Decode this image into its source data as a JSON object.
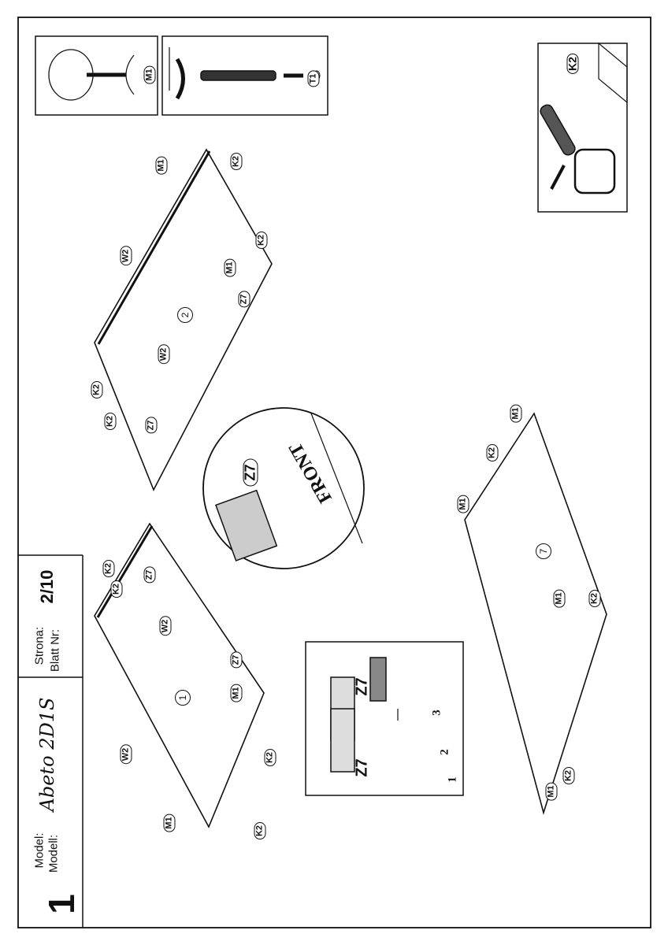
{
  "title_block": {
    "model_label": "Model:",
    "modell_label": "Modell:",
    "model_name": "Abeto 2D1S",
    "strona_label": "Strona:",
    "blatt_label": "Blatt Nr:",
    "page": "2/10",
    "step": "1"
  },
  "details": {
    "cam_tag": "M1",
    "bolt_tag": "T1",
    "dowel_tag": "K2"
  },
  "panel1": {
    "number": "1",
    "tags": [
      "M1",
      "W2",
      "Z7",
      "M1",
      "K2",
      "K2",
      "K2",
      "K2",
      "Z7",
      "W2"
    ]
  },
  "panel2": {
    "number": "2",
    "tags": [
      "M1",
      "K2",
      "W2",
      "M1",
      "K2",
      "Z7",
      "W2",
      "K2",
      "K2",
      "Z7"
    ]
  },
  "panel7": {
    "number": "7",
    "tags": [
      "M1",
      "K2",
      "M1",
      "M1",
      "K2",
      "M1",
      "K2"
    ]
  },
  "circle_detail": {
    "tag": "Z7",
    "front": "FRONT"
  },
  "hinge_detail": {
    "tag_a": "Z7",
    "tag_b": "Z7",
    "steps": [
      "1",
      "2",
      "3"
    ]
  }
}
